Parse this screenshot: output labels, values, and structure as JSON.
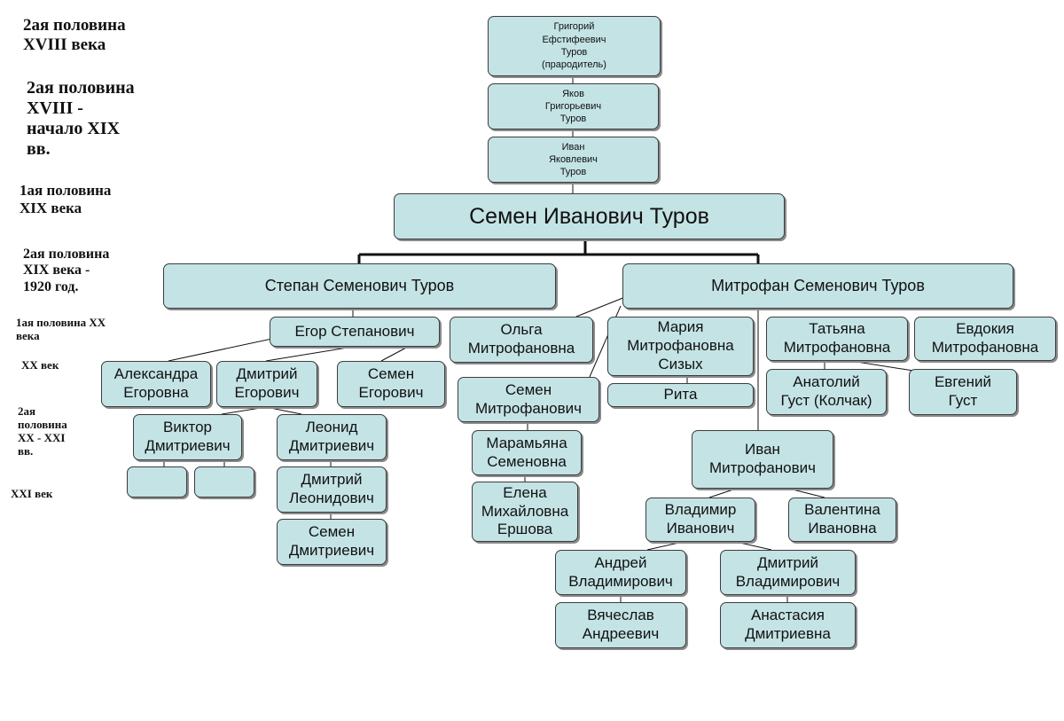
{
  "eras": [
    {
      "key": "e1",
      "label": "2ая половина\nXVIII века"
    },
    {
      "key": "e2",
      "label": "2ая половина\nXVIII -\nначало XIX\nвв."
    },
    {
      "key": "e3",
      "label": "1ая половина\nXIX века"
    },
    {
      "key": "e4",
      "label": "2ая половина\nXIX века  -\n1920 год."
    },
    {
      "key": "e5",
      "label": "1ая половина XX\nвека"
    },
    {
      "key": "e6",
      "label": "XX век"
    },
    {
      "key": "e7",
      "label": "2ая\nполовина\nXX  - XXI\nвв."
    },
    {
      "key": "e8",
      "label": "XXI век"
    }
  ],
  "persons": {
    "grigoriy": "Григорий\nЕфстифеевич\nТуров\n(прародитель)",
    "yakov": "Яков\nГригорьевич\nТуров",
    "ivan_y": "Иван\nЯковлевич\nТуров",
    "semen_i": "Семен Иванович Туров",
    "stepan": "Степан Семенович Туров",
    "mitrofan": "Митрофан Семенович Туров",
    "egor": "Егор Степанович",
    "aleksandra": "Александра\nЕгоровна",
    "dmitriy_e": "Дмитрий\nЕгорович",
    "semen_e": "Семен\nЕгорович",
    "viktor": "Виктор\nДмитриевич",
    "leonid": "Леонид\nДмитриевич",
    "dmitriy_l": "Дмитрий\nЛеонидович",
    "semen_d": "Семен\nДмитриевич",
    "olga": "Ольга\nМитрофановна",
    "semen_m": "Семен\nМитрофанович",
    "maramyana": "Марамьяна\nСеменовна",
    "elena": "Елена\nМихайловна\nЕршова",
    "mariya": "Мария\nМитрофановна\nСизых",
    "rita": "Рита",
    "tatyana": "Татьяна\nМитрофановна",
    "evdokiya": "Евдокия\nМитрофановна",
    "anatoliy": "Анатолий\nГуст (Колчак)",
    "evgeniy": "Евгений\nГуст",
    "ivan_m": "Иван\nМитрофанович",
    "vladimir": "Владимир\nИванович",
    "valentina": "Валентина\nИвановна",
    "andrey": "Андрей\nВладимирович",
    "dmitriy_v": "Дмитрий\nВладимирович",
    "vyacheslav": "Вячеслав\nАндреевич",
    "anastasiya": "Анастасия\nДмитриевна"
  },
  "colors": {
    "node_fill": "#c4e3e5",
    "node_border": "#3c3c3c",
    "connector": "#111111"
  }
}
